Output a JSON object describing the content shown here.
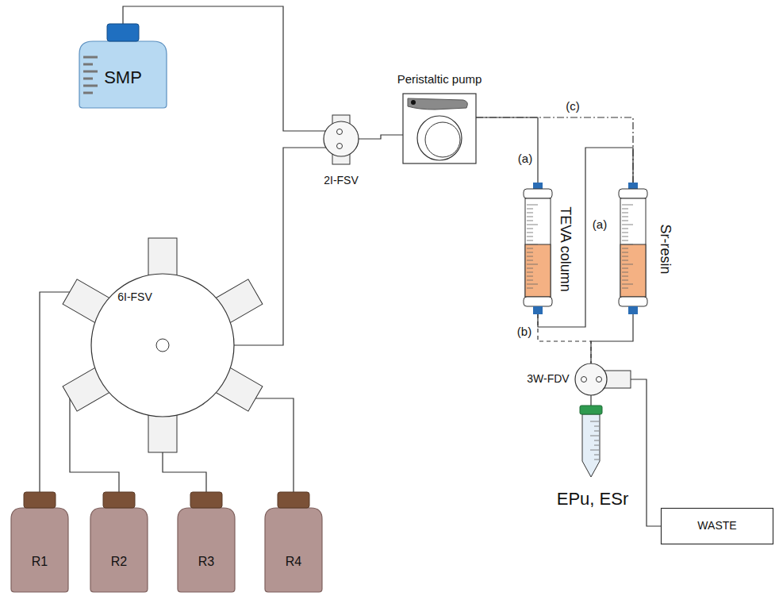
{
  "diagram": {
    "nodes": [
      {
        "text": [
          "SMP"
        ]
      },
      {
        "text": [
          "2I-FSV"
        ]
      },
      {
        "text": [
          "Peristaltic pump"
        ]
      },
      {
        "text": [
          "TEVA column"
        ]
      },
      {
        "text": [
          "Sr-resin"
        ]
      },
      {
        "text": [
          "6I-FSV"
        ]
      },
      {
        "text": [
          "R1"
        ]
      },
      {
        "text": [
          "R2"
        ]
      },
      {
        "text": [
          "R3"
        ]
      },
      {
        "text": [
          "R4"
        ]
      },
      {
        "text": [
          "3W-FDV"
        ]
      },
      {
        "text": [
          "EPu, ESr"
        ]
      },
      {
        "text": [
          "WASTE"
        ]
      }
    ],
    "edges": [
      {
        "from": 0,
        "to": 1,
        "arrow": "none"
      },
      {
        "from": 5,
        "to": 1,
        "arrow": "none"
      },
      {
        "from": 1,
        "to": 2,
        "arrow": "none"
      },
      {
        "from": 2,
        "to": 3,
        "label": "(a)",
        "arrow": "none"
      },
      {
        "from": 2,
        "to": 4,
        "label": "(c)",
        "arrow": "none"
      },
      {
        "from": 3,
        "to": 4,
        "label": "(a)",
        "arrow": "none"
      },
      {
        "from": 3,
        "to": 10,
        "label": "(b)",
        "arrow": "none"
      },
      {
        "from": 4,
        "to": 10,
        "arrow": "none"
      },
      {
        "from": 10,
        "to": 11,
        "arrow": "none"
      },
      {
        "from": 10,
        "to": 12,
        "arrow": "none"
      },
      {
        "from": 6,
        "to": 5,
        "arrow": "none"
      },
      {
        "from": 7,
        "to": 5,
        "arrow": "none"
      },
      {
        "from": 8,
        "to": 5,
        "arrow": "none"
      },
      {
        "from": 9,
        "to": 5,
        "arrow": "none"
      }
    ]
  }
}
